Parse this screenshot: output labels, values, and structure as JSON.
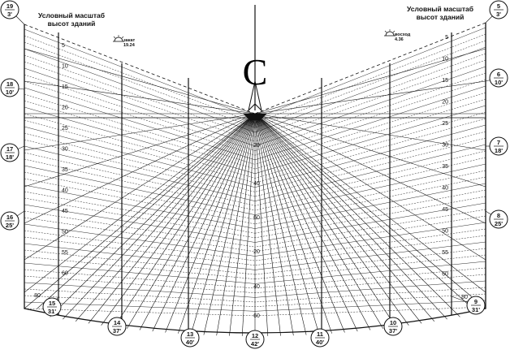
{
  "captions": {
    "left": [
      "Условный масштаб",
      "высот зданий"
    ],
    "right": [
      "Условный масштаб",
      "высот зданий"
    ]
  },
  "tags": {
    "sunset": [
      "закат",
      "19.24"
    ],
    "sunrise": [
      "восход",
      "4.36"
    ]
  },
  "north_symbol": "С",
  "scale_ticks": [
    "5",
    "10",
    "15",
    "20",
    "25",
    "30",
    "35",
    "40",
    "45",
    "50",
    "55",
    "60"
  ],
  "center_scale_ticks": [
    "20",
    "40",
    "60",
    "20",
    "40",
    "60",
    "80",
    "80"
  ],
  "hour_marks": [
    {
      "hour": "19",
      "minute": "3'"
    },
    {
      "hour": "18",
      "minute": "10'"
    },
    {
      "hour": "17",
      "minute": "18'"
    },
    {
      "hour": "16",
      "minute": "25'"
    },
    {
      "hour": "15",
      "minute": "31'"
    },
    {
      "hour": "14",
      "minute": "37'"
    },
    {
      "hour": "13",
      "minute": "40'"
    },
    {
      "hour": "12",
      "minute": "42'"
    },
    {
      "hour": "11",
      "minute": "40'"
    },
    {
      "hour": "10",
      "minute": "37'"
    },
    {
      "hour": "9",
      "minute": "31'"
    },
    {
      "hour": "8",
      "minute": "25'"
    },
    {
      "hour": "7",
      "minute": "18'"
    },
    {
      "hour": "6",
      "minute": "10'"
    },
    {
      "hour": "5",
      "minute": "3'"
    }
  ],
  "colors": {
    "ink": "#111111",
    "paper": "#ffffff"
  }
}
